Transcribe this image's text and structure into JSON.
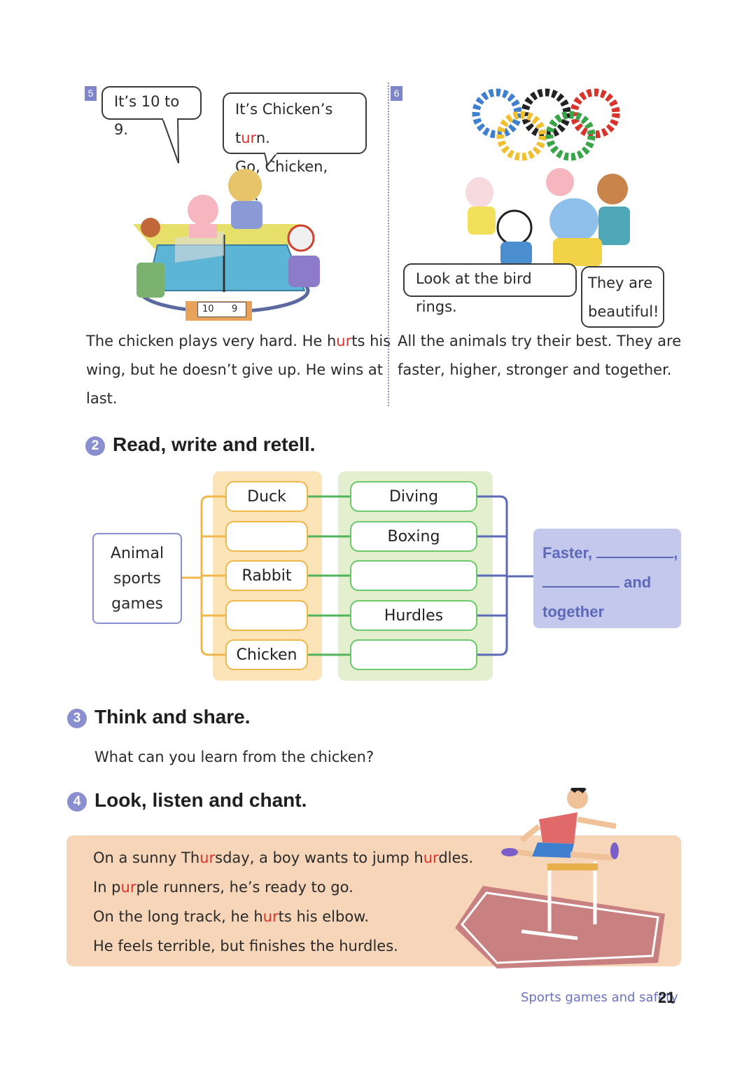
{
  "panel5": {
    "number": "5",
    "bubble_left": "It’s 10 to 9.",
    "bubble_right_line1_pre": "It’s Chicken’s t",
    "bubble_right_line1_red": "ur",
    "bubble_right_line1_post": "n.",
    "bubble_right_line2": "Go, Chicken, go!",
    "score_left": "10",
    "score_right": "9",
    "story_line1_pre": "The chicken plays very hard. He h",
    "story_line1_red": "ur",
    "story_line1_post": "ts his",
    "story_line2": "wing, but he doesn’t give up. He wins at",
    "story_line3": "last."
  },
  "panel6": {
    "number": "6",
    "bubble_left": "Look at the bird rings.",
    "bubble_right_line1": "They are",
    "bubble_right_line2": "beautiful!",
    "story_line1": "All the animals try their best. They are",
    "story_line2": "faster, higher, stronger and together."
  },
  "section2": {
    "number": "2",
    "title": "Read, write and retell.",
    "root_line1": "Animal",
    "root_line2": "sports",
    "root_line3": "games",
    "animals": [
      "Duck",
      "",
      "Rabbit",
      "",
      "Chicken"
    ],
    "sports": [
      "Diving",
      "Boxing",
      "",
      "Hurdles",
      ""
    ],
    "result_word1": "Faster,",
    "result_comma": ",",
    "result_and": "and",
    "result_word3": "together"
  },
  "section3": {
    "number": "3",
    "title": "Think and share.",
    "question": "What can you learn from the chicken?"
  },
  "section4": {
    "number": "4",
    "title": "Look, listen and chant.",
    "line1_a": "On a sunny Th",
    "line1_b": "ur",
    "line1_c": "sday, a boy wants to jump h",
    "line1_d": "ur",
    "line1_e": "dles.",
    "line2_a": "In p",
    "line2_b": "ur",
    "line2_c": "ple runners, he’s ready to go.",
    "line3_a": "On the long track, he h",
    "line3_b": "ur",
    "line3_c": "ts his elbow.",
    "line4": "He feels terrible, but finishes the hurdles."
  },
  "footer": {
    "unit_title": "Sports games and safety",
    "page_number": "21"
  },
  "colors": {
    "accent_purple": "#7e86c9",
    "highlight_red": "#e0322b",
    "animal_border": "#f0b84a",
    "sport_border": "#6cc86a",
    "chant_bg": "#f6d5b8"
  }
}
